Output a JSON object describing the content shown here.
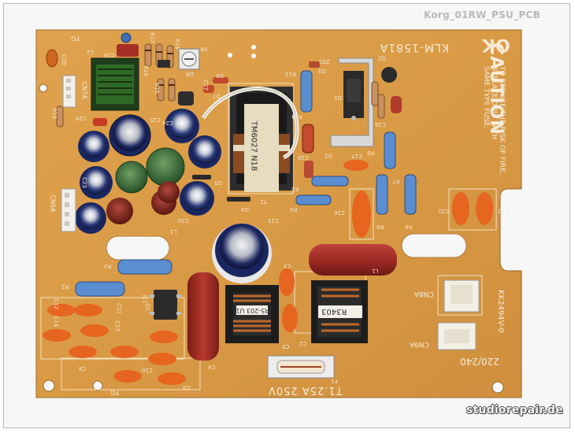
{
  "header": {
    "title": "Korg_01RW_PSU_PCB"
  },
  "footer": {
    "watermark": "studiorepair.de"
  },
  "board": {
    "model": "KLM-1581A",
    "ok_mark": "OK",
    "caution_title": "CAUTION",
    "caution_lines": [
      "TO REDUCE THE RISK OF FIRE,",
      "REPLACE ONLY WITH",
      "SAME TYPE FUSE."
    ],
    "fuse_rating": "T1.25A 250V",
    "voltage": "220/240",
    "part_code": "KK2494V-0",
    "transformer_label": "TM6027 N18",
    "choke_label": "R3403",
    "filter_label": "R5-203 U1A",
    "connectors": [
      "CN7A",
      "CN6A",
      "CN8A",
      "CN9A"
    ],
    "fg_label": "FG",
    "cap_labels": [
      "C2",
      "C3",
      "C4",
      "C5",
      "C8",
      "C9",
      "C10",
      "C11",
      "C12",
      "C13",
      "C14",
      "C15",
      "C16",
      "C17",
      "C18",
      "C19",
      "C20",
      "C23",
      "C24",
      "C25",
      "C27",
      "C28",
      "C29",
      "C30",
      "C31",
      "C32"
    ],
    "res_labels": [
      "R2",
      "R3",
      "R4",
      "R5",
      "R6",
      "R7",
      "R8",
      "R9",
      "R13",
      "R14",
      "R15",
      "R16",
      "R17",
      "R18",
      "R19"
    ],
    "misc_labels": [
      "D1",
      "D2",
      "D3",
      "D4",
      "D5",
      "D6",
      "D7",
      "D8",
      "ZD1",
      "Q1",
      "Q2",
      "T1",
      "L1",
      "L2",
      "L3",
      "F1",
      "IC1",
      "VR"
    ]
  }
}
